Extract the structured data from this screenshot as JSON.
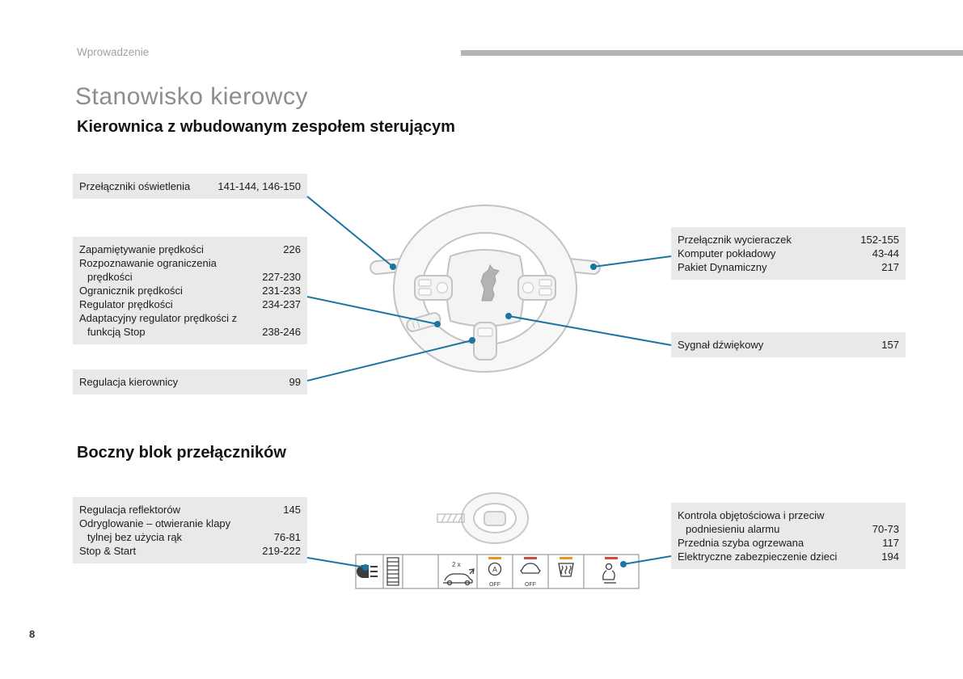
{
  "header": {
    "breadcrumb": "Wprowadzenie"
  },
  "footer": {
    "page_number": "8"
  },
  "page": {
    "title": "Stanowisko kierowcy",
    "section1_heading": "Kierownica z wbudowanym zespołem sterującym",
    "section2_heading": "Boczny blok przełączników"
  },
  "colors": {
    "callout_box_bg": "#e9e9e9",
    "callout_line": "#1b74a2",
    "drawing_stroke": "#c3c3c3",
    "accent_orange": "#ef8f1f",
    "accent_red": "#d94a3a",
    "header_rule": "#b4b4b4"
  },
  "callouts": {
    "lighting": {
      "items": [
        {
          "label": "Przełączniki oświetlenia",
          "pages": "141-144, 146-150"
        }
      ]
    },
    "speed": {
      "items": [
        {
          "label": "Zapamiętywanie prędkości",
          "pages": "226"
        },
        {
          "label": "Rozpoznawanie ograniczenia prędkości",
          "pages": "227-230"
        },
        {
          "label": "Ogranicznik prędkości",
          "pages": "231-233"
        },
        {
          "label": "Regulator prędkości",
          "pages": "234-237"
        },
        {
          "label": "Adaptacyjny regulator prędkości z funkcją Stop",
          "pages": "238-246"
        }
      ]
    },
    "steering_adjust": {
      "items": [
        {
          "label": "Regulacja kierownicy",
          "pages": "99"
        }
      ]
    },
    "wipers": {
      "items": [
        {
          "label": "Przełącznik wycieraczek",
          "pages": "152-155"
        },
        {
          "label": "Komputer pokładowy",
          "pages": "43-44"
        },
        {
          "label": "Pakiet Dynamiczny",
          "pages": "217"
        }
      ]
    },
    "horn": {
      "items": [
        {
          "label": "Sygnał dźwiękowy",
          "pages": "157"
        }
      ]
    },
    "side_left": {
      "items": [
        {
          "label": "Regulacja reflektorów",
          "pages": "145"
        },
        {
          "label": "Odryglowanie – otwieranie klapy tylnej bez użycia rąk",
          "pages": "76-81"
        },
        {
          "label": "Stop & Start",
          "pages": "219-222"
        }
      ]
    },
    "side_right": {
      "items": [
        {
          "label": "Kontrola objętościowa i przeciw podniesieniu alarmu",
          "pages": "70-73"
        },
        {
          "label": "Przednia szyba ogrzewana",
          "pages": "117"
        },
        {
          "label": "Elektryczne zabezpieczenie dzieci",
          "pages": "194"
        }
      ]
    }
  },
  "switch_panel": {
    "label_2x": "2 x",
    "label_auto": "A",
    "label_off": "OFF"
  }
}
